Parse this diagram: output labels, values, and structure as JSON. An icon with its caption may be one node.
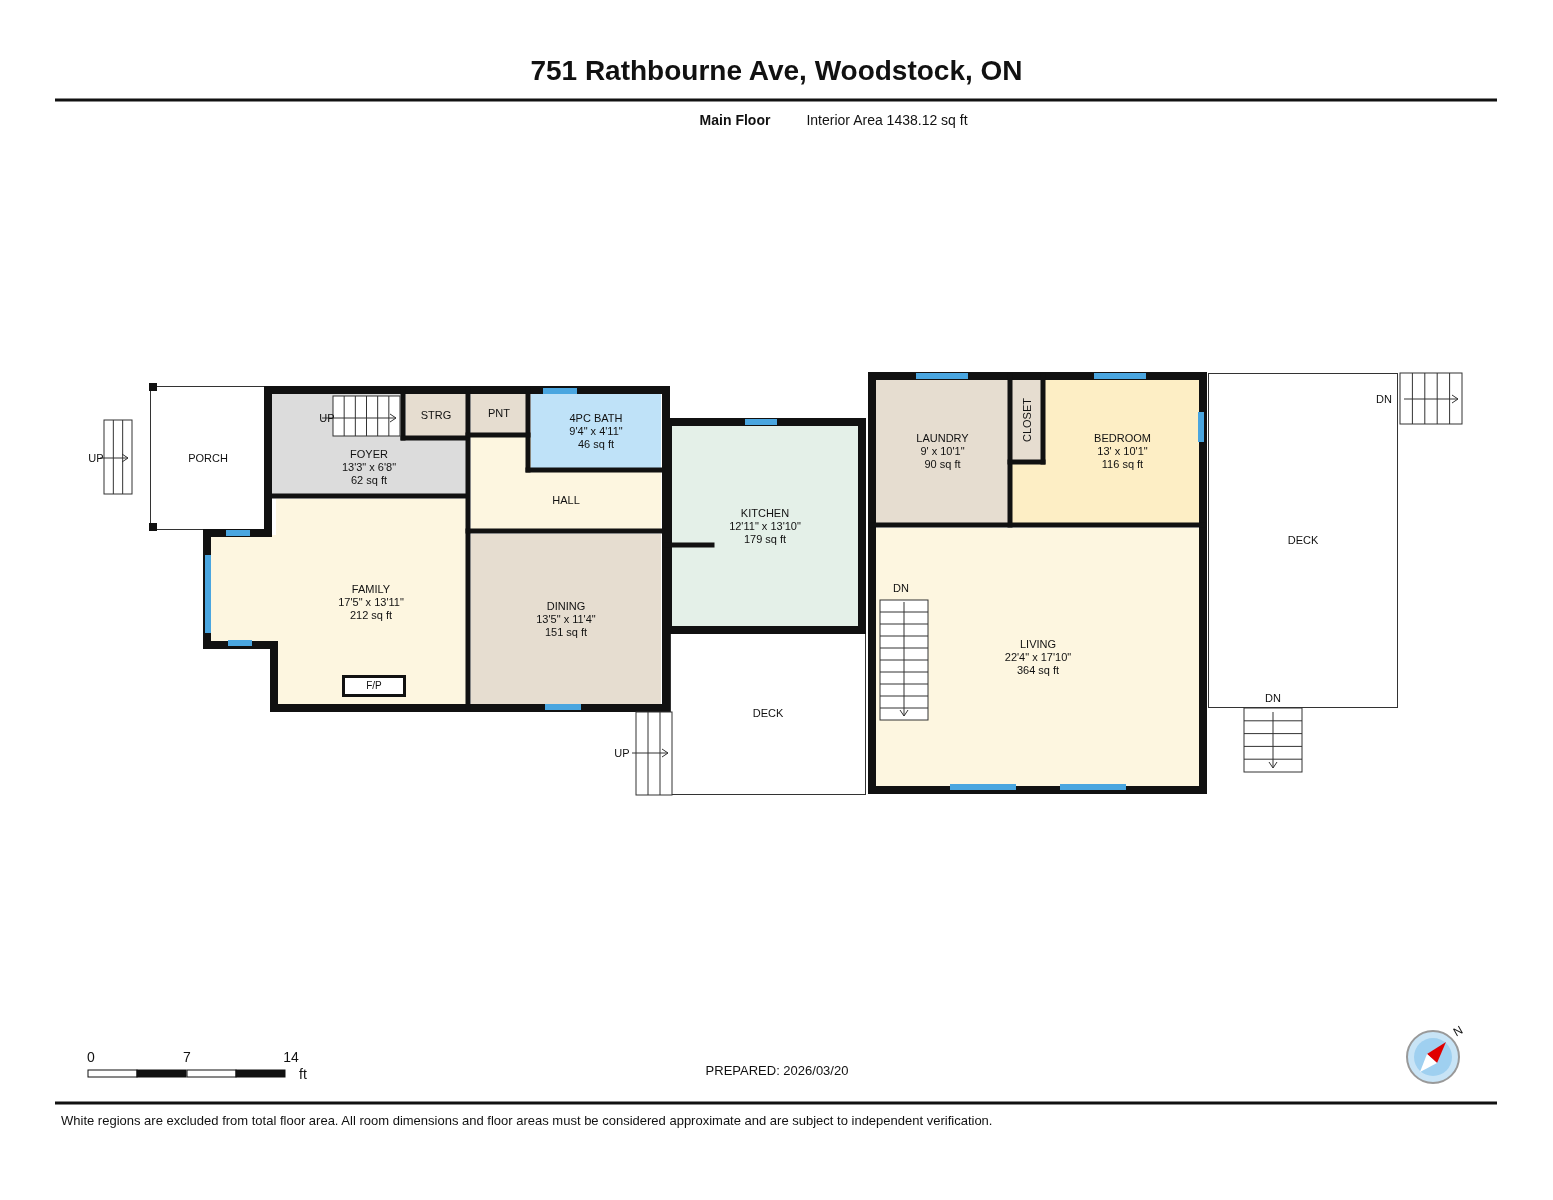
{
  "diagram": {
    "title": "751 Rathbourne Ave, Woodstock, ON",
    "caption": "White regions are excluded from total floor area. All room dimensions and floor areas must be considered approximate and are subject to independent verification.",
    "nodes": [
      {
        "text": [
          "PORCH"
        ]
      },
      {
        "text": [
          "FOYER",
          "13'3\" x 6'8\"",
          "62 sq ft"
        ]
      },
      {
        "text": [
          "STRG"
        ]
      },
      {
        "text": [
          "PNT"
        ]
      },
      {
        "text": [
          "4PC BATH",
          "9'4\" x 4'11\"",
          "46 sq ft"
        ]
      },
      {
        "text": [
          "HALL"
        ]
      },
      {
        "text": [
          "FAMILY",
          "17'5\" x 13'11\"",
          "212 sq ft"
        ]
      },
      {
        "text": [
          "F/P"
        ],
        "in": 6
      },
      {
        "text": [
          "DINING",
          "13'5\" x 11'4\"",
          "151 sq ft"
        ]
      },
      {
        "text": [
          "KITCHEN",
          "12'11\" x 13'10\"",
          "179 sq ft"
        ]
      },
      {
        "text": [
          "DECK"
        ]
      },
      {
        "text": [
          "LAUNDRY",
          "9' x 10'1\"",
          "90 sq ft"
        ]
      },
      {
        "text": [
          "CLOSET"
        ]
      },
      {
        "text": [
          "BEDROOM",
          "13' x 10'1\"",
          "116 sq ft"
        ]
      },
      {
        "text": [
          "LIVING",
          "22'4\" x 17'10\"",
          "364 sq ft"
        ]
      },
      {
        "text": [
          "DECK"
        ]
      }
    ],
    "labels": [
      "Main Floor",
      "Interior Area 1438.12 sq ft",
      "UP",
      "DN",
      "UP",
      "DN",
      "DN",
      "UP",
      "0",
      "7",
      "14",
      "ft",
      "N",
      "PREPARED: 2026/03/20"
    ]
  }
}
